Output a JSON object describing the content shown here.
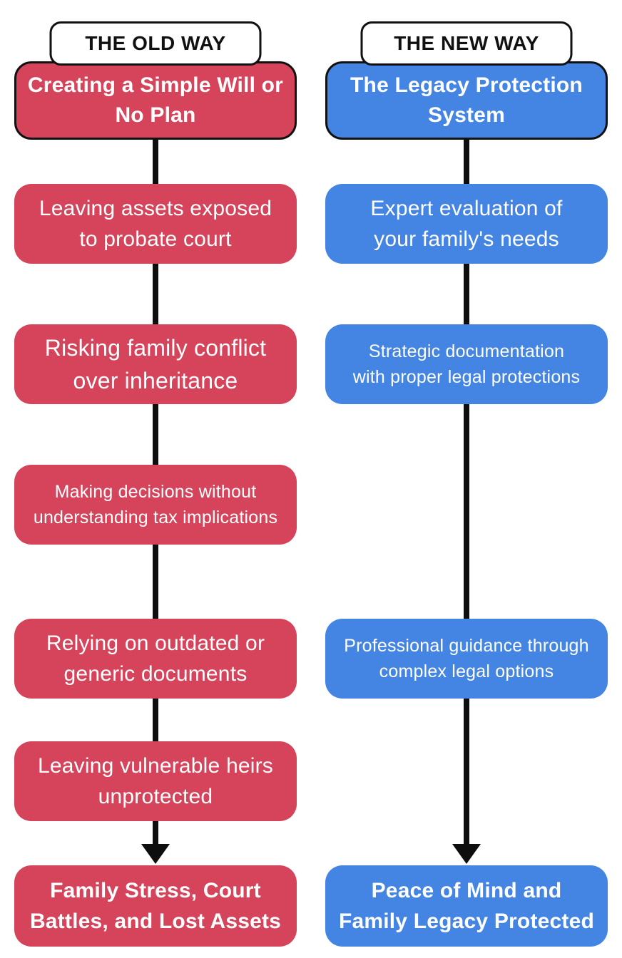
{
  "colors": {
    "red": "#d5445a",
    "blue": "#4485e4",
    "line": "#0e0e0e",
    "title_text": "#111111",
    "box_text": "#ffffff",
    "background": "#ffffff"
  },
  "old": {
    "title": "THE OLD WAY",
    "header": "Creating a Simple Will or\nNo Plan",
    "rows": [
      {
        "text": "Leaving assets exposed\nto probate court"
      },
      {
        "text": "Risking family conflict\nover inheritance"
      },
      {
        "text": "Making decisions without\nunderstanding tax implications"
      },
      {
        "text": "Relying on outdated or\ngeneric documents"
      },
      {
        "text": "Leaving vulnerable heirs\nunprotected"
      }
    ],
    "footer": "Family Stress, Court\nBattles, and Lost Assets"
  },
  "new": {
    "title": "THE NEW WAY",
    "header": "The Legacy Protection\nSystem",
    "rows": [
      {
        "text": "Expert evaluation of\nyour family's needs"
      },
      {
        "text": "Strategic documentation\nwith proper legal protections"
      },
      {
        "text": "Professional guidance through\ncomplex legal options"
      }
    ],
    "footer": "Peace of Mind and\nFamily Legacy Protected"
  }
}
